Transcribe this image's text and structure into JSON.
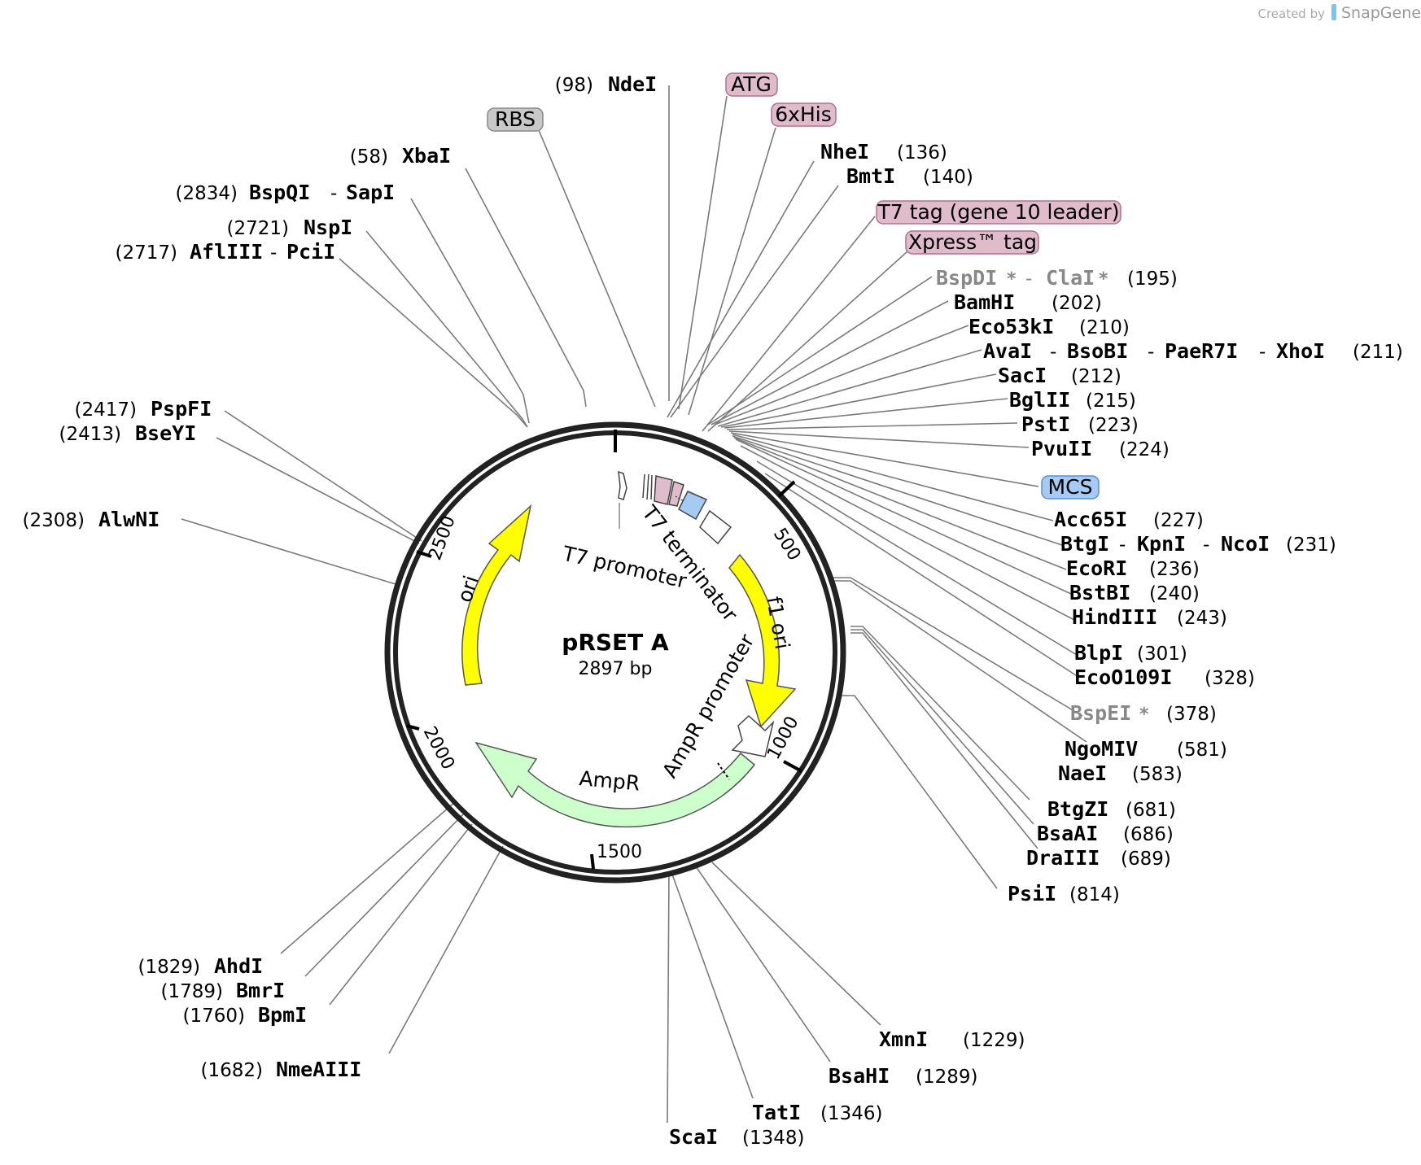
{
  "watermark": {
    "prefix": "Created by",
    "brand": "SnapGene"
  },
  "plasmid": {
    "name": "pRSET A",
    "length_label": "2897 bp"
  },
  "ruler": [
    "500",
    "1000",
    "1500",
    "2000",
    "2500"
  ],
  "feature_labels": {
    "ori": "ori",
    "f1_ori": "f1 ori",
    "ampr": "AmpR",
    "ampr_promoter": "AmpR promoter",
    "t7_promoter": "T7 promoter",
    "t7_terminator": "T7 terminator"
  },
  "boxes": {
    "atg": "ATG",
    "his": "6xHis",
    "rbs": "RBS",
    "t7tag": "T7 tag (gene 10 leader)",
    "xpress": "Xpress™ tag",
    "mcs": "MCS"
  },
  "sites": {
    "ndei": {
      "pos": "(98)",
      "name": "NdeI"
    },
    "xbai": {
      "pos": "(58)",
      "name": "XbaI"
    },
    "bspqi": {
      "pos": "(2834)",
      "name": "BspQI",
      "name2": "SapI"
    },
    "nspi": {
      "pos": "(2721)",
      "name": "NspI"
    },
    "afliii": {
      "pos": "(2717)",
      "name": "AflIII",
      "name2": "PciI"
    },
    "nhei": {
      "pos": "(136)",
      "name": "NheI"
    },
    "bmti": {
      "pos": "(140)",
      "name": "BmtI"
    },
    "bspdi": {
      "pos": "(195)",
      "name": "BspDI",
      "name2": "ClaI",
      "star": "*"
    },
    "bamhi": {
      "pos": "(202)",
      "name": "BamHI"
    },
    "eco53ki": {
      "pos": "(210)",
      "name": "Eco53kI"
    },
    "avai": {
      "pos": "(211)",
      "name": "AvaI",
      "name2": "BsoBI",
      "name3": "PaeR7I",
      "name4": "XhoI"
    },
    "saci": {
      "pos": "(212)",
      "name": "SacI"
    },
    "bglii": {
      "pos": "(215)",
      "name": "BglII"
    },
    "psti": {
      "pos": "(223)",
      "name": "PstI"
    },
    "pvuii": {
      "pos": "(224)",
      "name": "PvuII"
    },
    "acc65i": {
      "pos": "(227)",
      "name": "Acc65I"
    },
    "btgi": {
      "pos": "(231)",
      "name": "BtgI",
      "name2": "KpnI",
      "name3": "NcoI"
    },
    "ecori": {
      "pos": "(236)",
      "name": "EcoRI"
    },
    "bstbi": {
      "pos": "(240)",
      "name": "BstBI"
    },
    "hindiii": {
      "pos": "(243)",
      "name": "HindIII"
    },
    "blpi": {
      "pos": "(301)",
      "name": "BlpI"
    },
    "ecoo109i": {
      "pos": "(328)",
      "name": "EcoO109I"
    },
    "bspei": {
      "pos": "(378)",
      "name": "BspEI",
      "star": "*"
    },
    "ngomiv": {
      "pos": "(581)",
      "name": "NgoMIV"
    },
    "naei": {
      "pos": "(583)",
      "name": "NaeI"
    },
    "btgzi": {
      "pos": "(681)",
      "name": "BtgZI"
    },
    "bsaai": {
      "pos": "(686)",
      "name": "BsaAI"
    },
    "draiii": {
      "pos": "(689)",
      "name": "DraIII"
    },
    "psii": {
      "pos": "(814)",
      "name": "PsiI"
    },
    "xmni": {
      "pos": "(1229)",
      "name": "XmnI"
    },
    "bsahi": {
      "pos": "(1289)",
      "name": "BsaHI"
    },
    "tati": {
      "pos": "(1346)",
      "name": "TatI"
    },
    "scai": {
      "pos": "(1348)",
      "name": "ScaI"
    },
    "ahdi": {
      "pos": "(1829)",
      "name": "AhdI"
    },
    "bmri": {
      "pos": "(1789)",
      "name": "BmrI"
    },
    "bpmi": {
      "pos": "(1760)",
      "name": "BpmI"
    },
    "nmeaiii": {
      "pos": "(1682)",
      "name": "NmeAIII"
    },
    "pspfi": {
      "pos": "(2417)",
      "name": "PspFI"
    },
    "bseyi": {
      "pos": "(2413)",
      "name": "BseYI"
    },
    "alwni": {
      "pos": "(2308)",
      "name": "AlwNI"
    }
  },
  "colors": {
    "ori": "#ffff00",
    "ampr": "#ccffcc",
    "tag": "#e0bccb",
    "mcs": "#a5cbf5",
    "rbs": "#c8c8c8",
    "dim": "#888888"
  }
}
